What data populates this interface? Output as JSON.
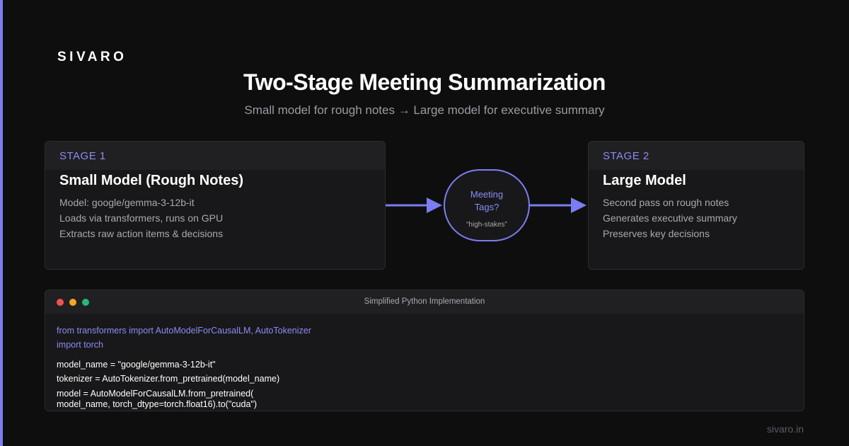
{
  "brand": "SIVARO",
  "title": "Two-Stage Meeting Summarization",
  "subtitle": "Small model for rough notes → Large model for executive summary",
  "stage1": {
    "label": "STAGE 1",
    "title": "Small Model (Rough Notes)",
    "lines": [
      "Model: google/gemma-3-12b-it",
      "Loads via transformers, runs on GPU",
      "Extracts raw action items & decisions"
    ]
  },
  "decision": {
    "line1": "Meeting",
    "line2": "Tags?",
    "tag": "“high-stakes”"
  },
  "stage2": {
    "label": "STAGE 2",
    "title": "Large Model",
    "lines": [
      "Second pass on rough notes",
      "Generates executive summary",
      "Preserves key decisions"
    ]
  },
  "code": {
    "title": "Simplified Python Implementation",
    "imports": [
      "from transformers import AutoModelForCausalLM, AutoTokenizer",
      "import torch"
    ],
    "lines": [
      "model_name = \"google/gemma-3-12b-it\"",
      "tokenizer = AutoTokenizer.from_pretrained(model_name)",
      "model = AutoModelForCausalLM.from_pretrained(",
      "model_name, torch_dtype=torch.float16).to(\"cuda\")"
    ]
  },
  "footer": "sivaro.in",
  "colors": {
    "accent": "#7b7ef0",
    "background": "#0e0e0f",
    "card": "#18181a",
    "code_red": "#ef5250",
    "code_yellow": "#f5a623",
    "code_green": "#27b876"
  }
}
